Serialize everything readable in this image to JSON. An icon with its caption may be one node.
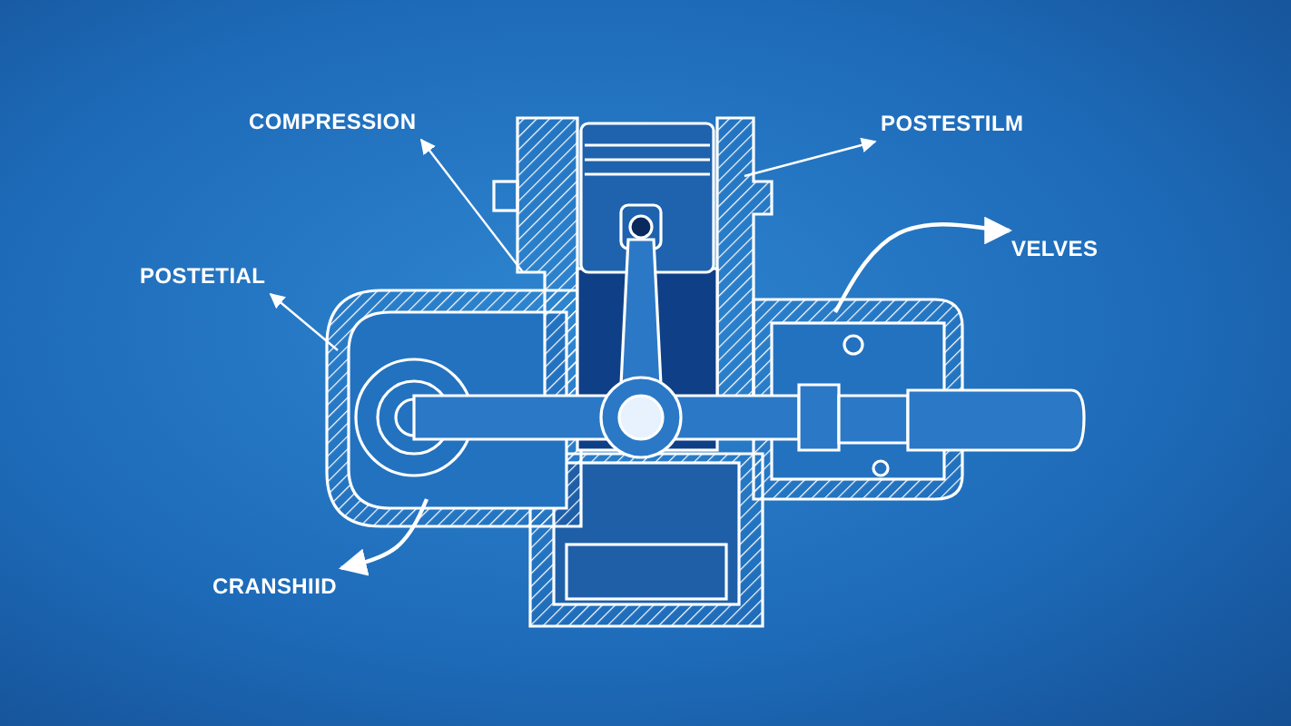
{
  "diagram": {
    "nodes": [
      {
        "text": [
          "COMPRESSION"
        ]
      },
      {
        "text": [
          "POSTESTILM"
        ]
      },
      {
        "text": [
          "POSTETIAL"
        ]
      },
      {
        "text": [
          "VELVES"
        ]
      },
      {
        "text": [
          "CRANSHIID"
        ]
      }
    ],
    "edges": [
      {
        "from": null,
        "to": 0,
        "arrow": "to"
      },
      {
        "from": null,
        "to": 1,
        "arrow": "to"
      },
      {
        "from": null,
        "to": 2,
        "arrow": "to"
      },
      {
        "from": null,
        "to": 3,
        "arrow": "to"
      },
      {
        "from": null,
        "to": 4,
        "arrow": "to"
      }
    ]
  }
}
